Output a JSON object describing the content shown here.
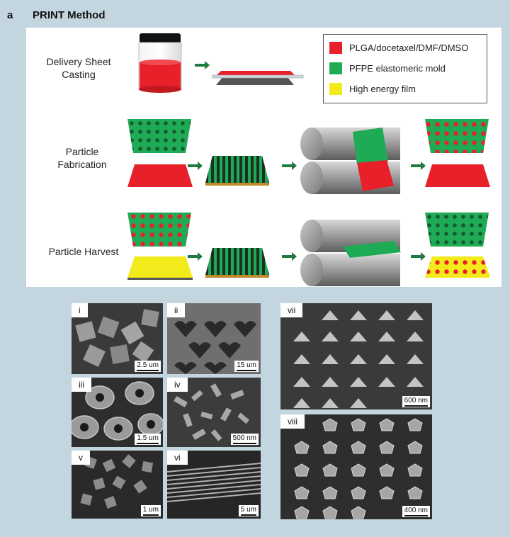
{
  "header": {
    "letter": "a",
    "title": "PRINT Method"
  },
  "rows": [
    {
      "label_lines": [
        "Delivery Sheet",
        "Casting"
      ]
    },
    {
      "label_lines": [
        "Particle",
        "Fabrication"
      ]
    },
    {
      "label_lines": [
        "Particle Harvest"
      ]
    }
  ],
  "legend": [
    {
      "color": "#e8202a",
      "label": "PLGA/docetaxel/DMF/DMSO"
    },
    {
      "color": "#1faa55",
      "label": "PFPE elastomeric mold"
    },
    {
      "color": "#f2ea1a",
      "label": "High energy film"
    }
  ],
  "micrographs": [
    {
      "id": "i",
      "scale": "2.5 um"
    },
    {
      "id": "ii",
      "scale": "15 um"
    },
    {
      "id": "iii",
      "scale": "1.5 um"
    },
    {
      "id": "iv",
      "scale": "500 nm"
    },
    {
      "id": "v",
      "scale": "1 um"
    },
    {
      "id": "vi",
      "scale": "5 um"
    },
    {
      "id": "vii",
      "scale": "600 nm"
    },
    {
      "id": "viii",
      "scale": "400 nm"
    }
  ]
}
